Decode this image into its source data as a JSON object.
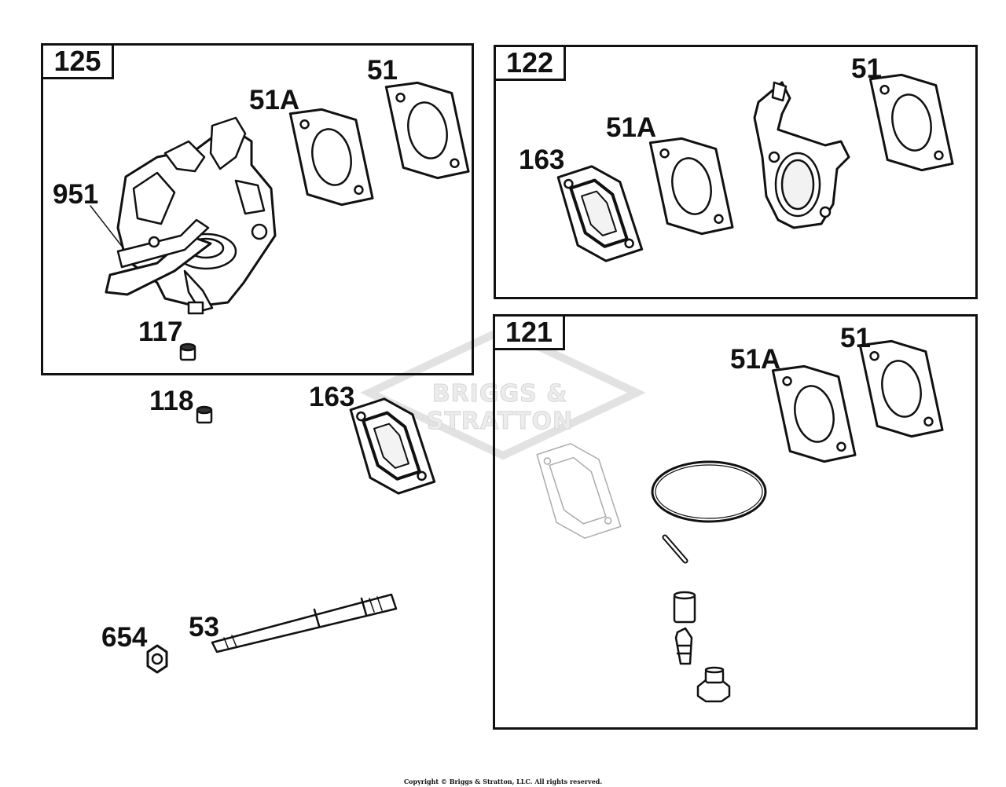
{
  "watermark": {
    "text": "BRIGGS & STRATTON"
  },
  "panels": [
    {
      "id": "125",
      "label": "125",
      "callouts": [
        "51A",
        "51",
        "951",
        "117"
      ]
    },
    {
      "id": "122",
      "label": "122",
      "callouts": [
        "51",
        "51A",
        "163"
      ]
    },
    {
      "id": "121",
      "label": "121",
      "callouts": [
        "51",
        "51A"
      ]
    }
  ],
  "loose_callouts": [
    "118",
    "163",
    "654",
    "53"
  ],
  "copyright": "Copyright © Briggs & Stratton, LLC. All rights reserved.",
  "colors": {
    "line": "#111111",
    "fill": "#ffffff",
    "shade": "#d8d8d8",
    "watermark": "#e6e6e6",
    "ghost": "#aaaaaa"
  }
}
